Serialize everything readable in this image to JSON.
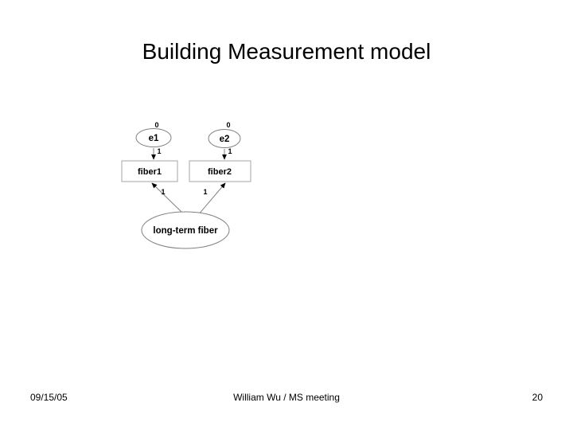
{
  "slide": {
    "title": "Building Measurement model",
    "background_color": "#ffffff",
    "text_color": "#000000"
  },
  "diagram": {
    "type": "path-diagram",
    "stroke_color": "#808080",
    "arrow_color": "#000000",
    "nodes": [
      {
        "id": "e1",
        "label": "e1",
        "shape": "ellipse"
      },
      {
        "id": "e2",
        "label": "e2",
        "shape": "ellipse"
      },
      {
        "id": "fiber1",
        "label": "fiber1",
        "shape": "rectangle"
      },
      {
        "id": "fiber2",
        "label": "fiber2",
        "shape": "rectangle"
      },
      {
        "id": "longterm",
        "label": "long-term fiber",
        "shape": "ellipse"
      }
    ],
    "variance_labels": [
      {
        "node": "e1",
        "value": "0"
      },
      {
        "node": "e2",
        "value": "0"
      }
    ],
    "edges": [
      {
        "from": "e1",
        "to": "fiber1",
        "label": "1"
      },
      {
        "from": "e2",
        "to": "fiber2",
        "label": "1"
      },
      {
        "from": "longterm",
        "to": "fiber1",
        "label": "1"
      },
      {
        "from": "longterm",
        "to": "fiber2",
        "label": "1"
      }
    ]
  },
  "footer": {
    "date": "09/15/05",
    "center": "William Wu / MS meeting",
    "page_number": "20"
  }
}
